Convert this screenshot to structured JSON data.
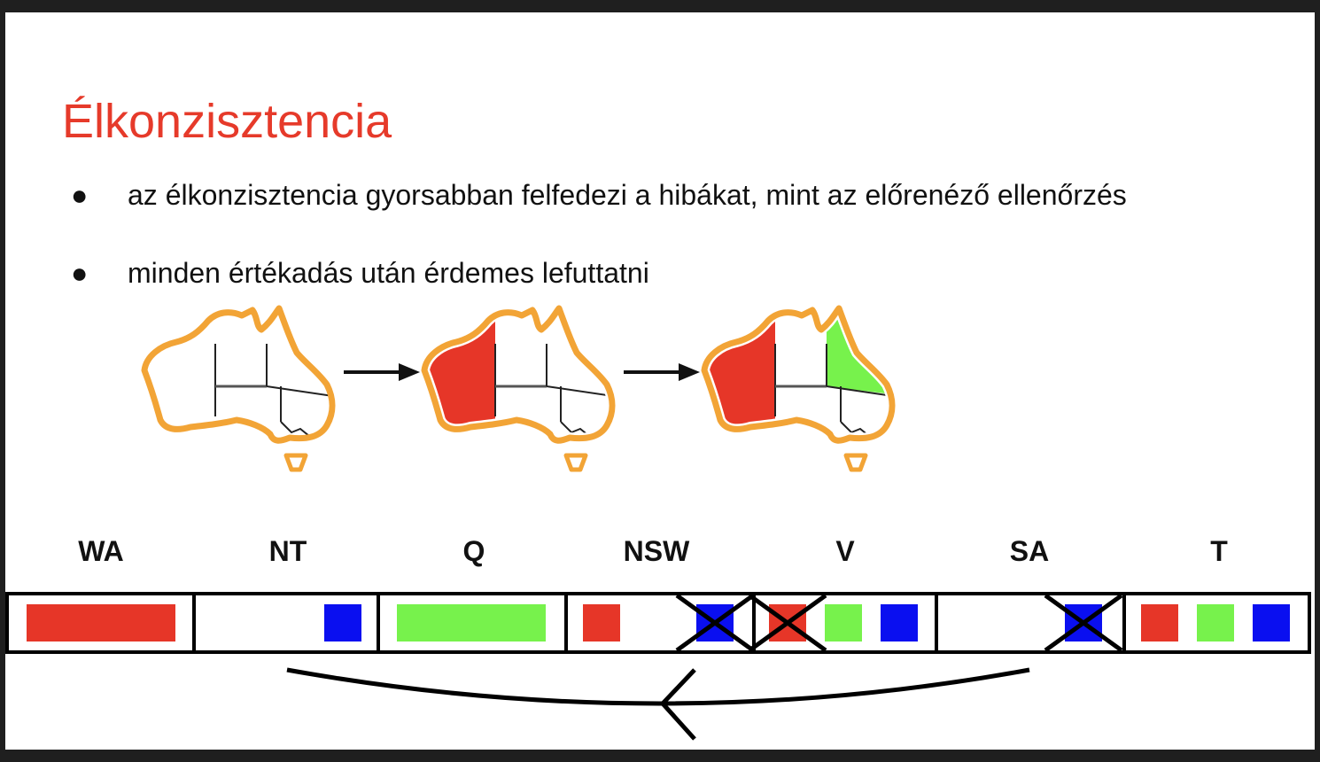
{
  "slide": {
    "title": "Élkonzisztencia",
    "bullets": [
      "az élkonzisztencia gyorsabban felfedezi a hibákat, mint az előrenéző ellenőrzés",
      "minden értékadás után érdemes lefuttatni"
    ],
    "bullet_symbol": "●"
  },
  "colors": {
    "red": "#e63628",
    "green": "#77f24c",
    "blue": "#0a0ff0",
    "outline": "#f2a436",
    "title": "#e63a2a"
  },
  "maps": [
    {
      "wa": "white",
      "q": "white"
    },
    {
      "wa": "red",
      "q": "white"
    },
    {
      "wa": "red",
      "q": "green"
    }
  ],
  "domains": [
    {
      "var": "WA",
      "values": [
        {
          "color": "red",
          "crossed": false
        }
      ]
    },
    {
      "var": "NT",
      "values": [
        {
          "color": "blue",
          "crossed": false
        }
      ]
    },
    {
      "var": "Q",
      "values": [
        {
          "color": "green",
          "crossed": false
        }
      ]
    },
    {
      "var": "NSW",
      "values": [
        {
          "color": "red",
          "crossed": false
        },
        {
          "color": "blue",
          "crossed": true
        }
      ]
    },
    {
      "var": "V",
      "values": [
        {
          "color": "red",
          "crossed": true
        },
        {
          "color": "green",
          "crossed": false
        },
        {
          "color": "blue",
          "crossed": false
        }
      ]
    },
    {
      "var": "SA",
      "values": [
        {
          "color": "blue",
          "crossed": true
        }
      ]
    },
    {
      "var": "T",
      "values": [
        {
          "color": "red",
          "crossed": false
        },
        {
          "color": "green",
          "crossed": false
        },
        {
          "color": "blue",
          "crossed": false
        }
      ]
    }
  ],
  "arc": {
    "from": "SA",
    "to": "NT"
  }
}
